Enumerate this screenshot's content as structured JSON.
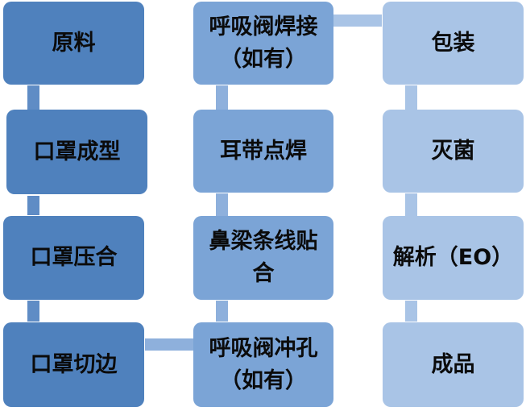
{
  "colors": {
    "col1": "#4f81bd",
    "col2": "#7ba4d6",
    "col3": "#a9c4e6",
    "connector1": "#5f8cc5",
    "connector2": "#8eb0dc",
    "connector3": "#a9c4e6"
  },
  "steps": [
    {
      "id": "raw-material",
      "label": "原料"
    },
    {
      "id": "mask-forming",
      "label": "口罩成型"
    },
    {
      "id": "mask-pressing",
      "label": "口罩压合"
    },
    {
      "id": "mask-cutting",
      "label": "口罩切边"
    },
    {
      "id": "valve-punching",
      "label": "呼吸阀冲孔\n（如有）"
    },
    {
      "id": "nose-strip",
      "label": "鼻梁条线贴\n合"
    },
    {
      "id": "ear-loop-welding",
      "label": "耳带点焊"
    },
    {
      "id": "valve-welding",
      "label": "呼吸阀焊接\n（如有）"
    },
    {
      "id": "packaging",
      "label": "包装"
    },
    {
      "id": "sterilization",
      "label": "灭菌"
    },
    {
      "id": "eo-analysis",
      "label": "解析（EO）"
    },
    {
      "id": "finished-product",
      "label": "成品"
    }
  ]
}
